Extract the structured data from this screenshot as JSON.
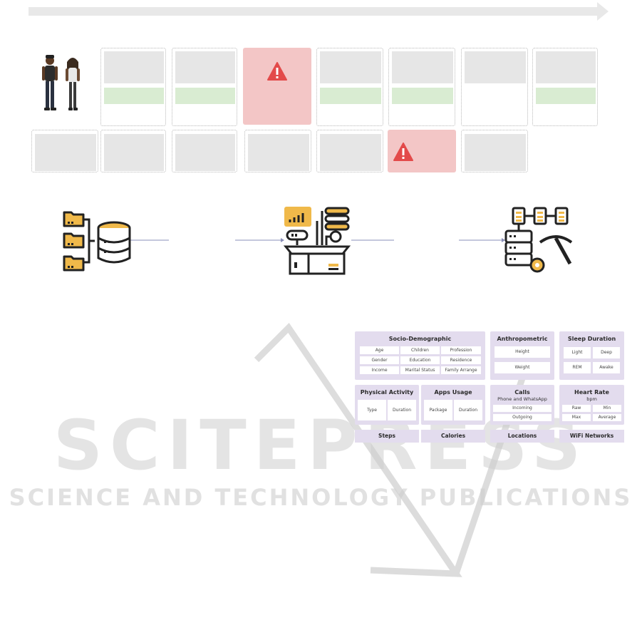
{
  "colors": {
    "card_bg": "#e3dcee",
    "chip_bg": "#ffffff",
    "cell_grey": "#e6e6e6",
    "cell_green": "#d9ecd2",
    "alert_bg": "#f3c6c6",
    "alert_icon": "#e34a4a",
    "icon_orange": "#f0b94a",
    "icon_dark": "#222222",
    "watermark": "#d6d6d6"
  },
  "icons": {
    "people": "people-illustration",
    "alert": "warning-icon",
    "data_sources": "database-folders-icon",
    "processing": "data-box-processing-icon",
    "mining": "data-mining-icon"
  },
  "categories": {
    "socio": {
      "title": "Socio-Demographic",
      "items": [
        "Age",
        "Children",
        "Profession",
        "Gender",
        "Education",
        "Residence",
        "Income",
        "Marital Status",
        "Family Arrange"
      ]
    },
    "anthropometric": {
      "title": "Anthropometric",
      "items": [
        "Height",
        "Weight"
      ]
    },
    "sleep": {
      "title": "Sleep Duration",
      "items": [
        "Light",
        "Deep",
        "REM",
        "Awake"
      ]
    },
    "physical": {
      "title": "Physical Activity",
      "items": [
        "Type",
        "Duration"
      ]
    },
    "apps": {
      "title": "Apps Usage",
      "items": [
        "Package",
        "Duration"
      ]
    },
    "calls": {
      "title": "Calls",
      "subtitle": "Phone and WhatsApp",
      "items": [
        "Incoming",
        "Outgoing"
      ]
    },
    "heart": {
      "title": "Heart Rate",
      "subtitle": "bpm",
      "items": [
        "Raw",
        "Min",
        "Max",
        "Average"
      ]
    },
    "bars": [
      "Steps",
      "Calories",
      "Locations",
      "WiFi Networks"
    ]
  },
  "watermark": {
    "line1": "SCITEPRESS",
    "line2": "SCIENCE AND TECHNOLOGY PUBLICATIONS"
  }
}
